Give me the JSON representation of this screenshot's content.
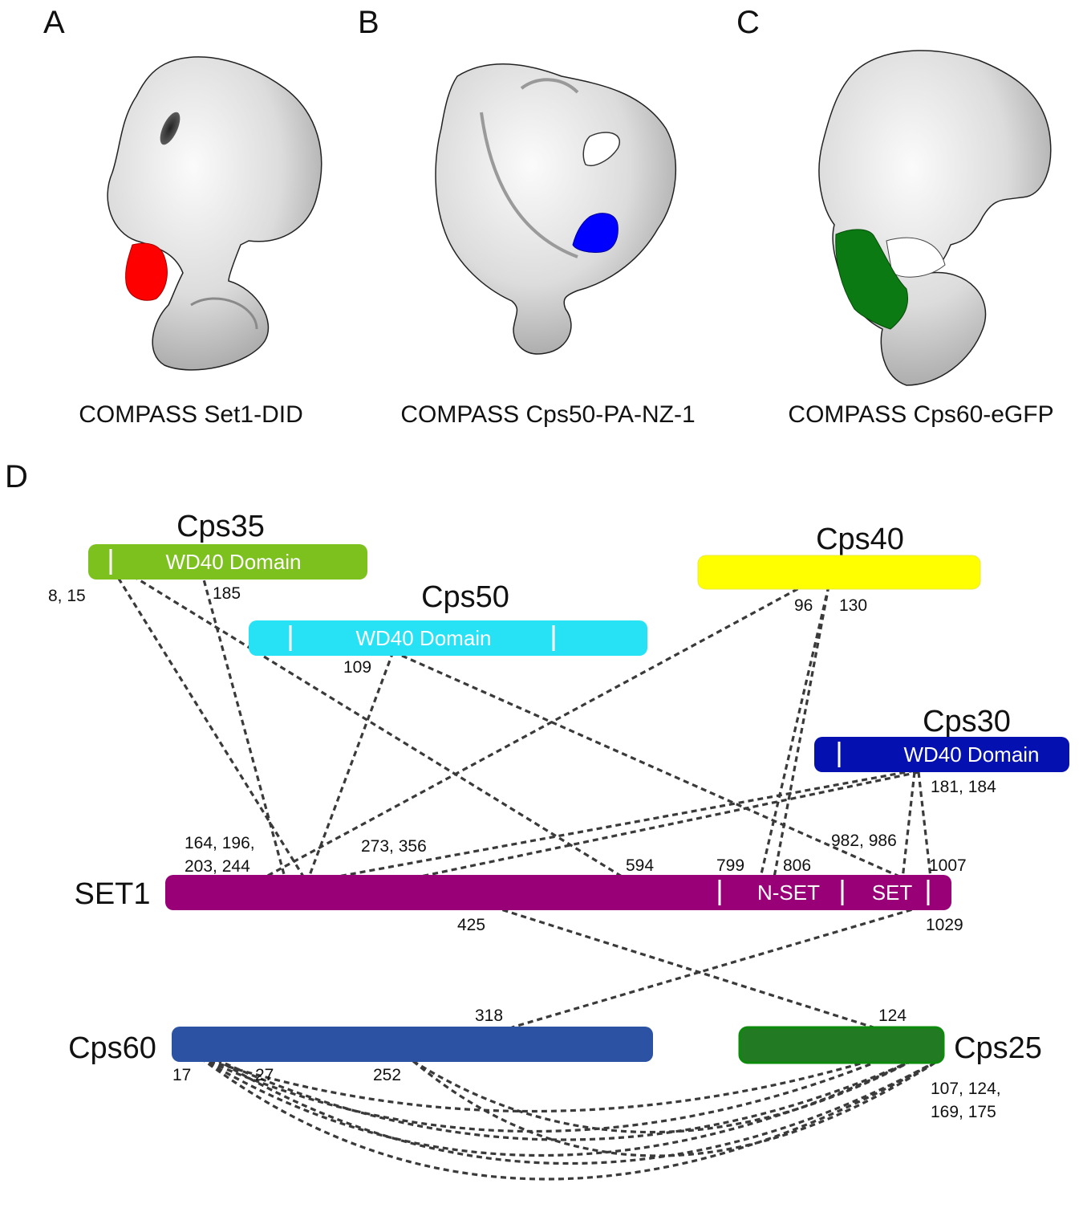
{
  "panels": [
    {
      "letter": "A",
      "caption": "COMPASS Set1-DID",
      "highlight_color": "#ff0000"
    },
    {
      "letter": "B",
      "caption": "COMPASS Cps50-PA-NZ-1",
      "highlight_color": "#0000ff"
    },
    {
      "letter": "C",
      "caption": "COMPASS Cps60-eGFP",
      "highlight_color": "#0b7a12"
    }
  ],
  "panel_d": {
    "letter": "D",
    "proteins": {
      "cps35": {
        "name": "Cps35",
        "domain": "WD40 Domain",
        "color": "#7dc11f"
      },
      "cps50": {
        "name": "Cps50",
        "domain": "WD40 Domain",
        "color": "#27e2f5"
      },
      "cps40": {
        "name": "Cps40",
        "color": "#ffff00"
      },
      "cps30": {
        "name": "Cps30",
        "domain": "WD40 Domain",
        "color": "#0410b0"
      },
      "set1": {
        "name": "SET1",
        "domain1": "N-SET",
        "domain2": "SET",
        "color": "#990077"
      },
      "cps60": {
        "name": "Cps60",
        "color": "#2b52a3"
      },
      "cps25": {
        "name": "Cps25",
        "color": "#227a22"
      }
    },
    "residues": {
      "cps35_a": "8, 15",
      "cps35_b": "185",
      "cps50_a": "109",
      "cps40_a": "96",
      "cps40_b": "130",
      "cps30_a": "181, 184",
      "set1_a1": "164, 196,",
      "set1_a2": "203, 244",
      "set1_b": "273, 356",
      "set1_c": "594",
      "set1_d": "799",
      "set1_e": "806",
      "set1_f": "982, 986",
      "set1_g": "1007",
      "set1_h": "425",
      "set1_i": "1029",
      "cps60_a": "318",
      "cps60_b": "17",
      "cps60_c": "27",
      "cps60_d": "252",
      "cps25_a": "124",
      "cps25_b1": "107, 124,",
      "cps25_b2": "169, 175"
    }
  }
}
